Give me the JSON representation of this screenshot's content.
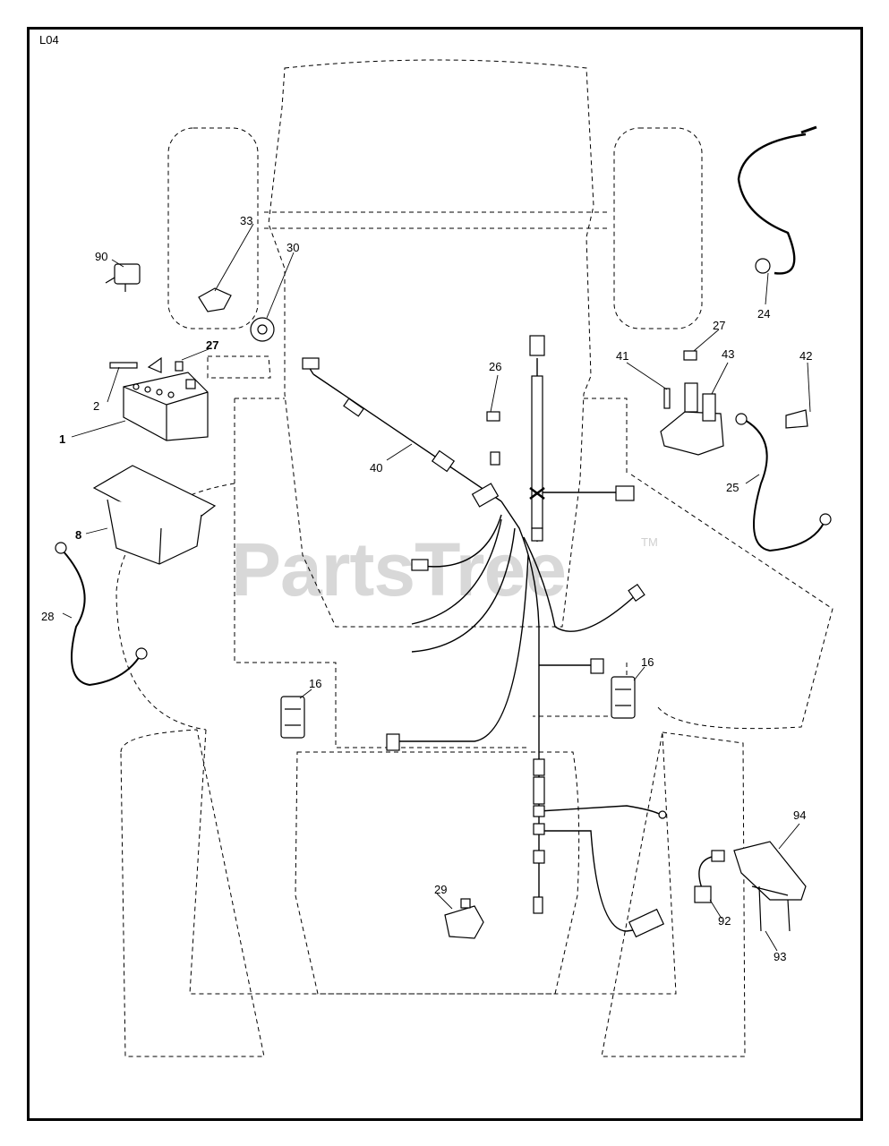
{
  "sheet": {
    "code": "L04"
  },
  "watermark": {
    "text": "PartsTree",
    "tm": "TM"
  },
  "callouts": [
    {
      "name": "callout-33",
      "label": "33"
    },
    {
      "name": "callout-30",
      "label": "30"
    },
    {
      "name": "callout-90",
      "label": "90"
    },
    {
      "name": "callout-27-battery",
      "label": "27"
    },
    {
      "name": "callout-2",
      "label": "2"
    },
    {
      "name": "callout-1",
      "label": "1"
    },
    {
      "name": "callout-8",
      "label": "8"
    },
    {
      "name": "callout-28",
      "label": "28"
    },
    {
      "name": "callout-40",
      "label": "40"
    },
    {
      "name": "callout-26",
      "label": "26"
    },
    {
      "name": "callout-24",
      "label": "24"
    },
    {
      "name": "callout-27-solenoid",
      "label": "27"
    },
    {
      "name": "callout-41",
      "label": "41"
    },
    {
      "name": "callout-43",
      "label": "43"
    },
    {
      "name": "callout-42",
      "label": "42"
    },
    {
      "name": "callout-25",
      "label": "25"
    },
    {
      "name": "callout-16-left",
      "label": "16"
    },
    {
      "name": "callout-16-right",
      "label": "16"
    },
    {
      "name": "callout-29",
      "label": "29"
    },
    {
      "name": "callout-94",
      "label": "94"
    },
    {
      "name": "callout-92",
      "label": "92"
    },
    {
      "name": "callout-93",
      "label": "93"
    }
  ]
}
